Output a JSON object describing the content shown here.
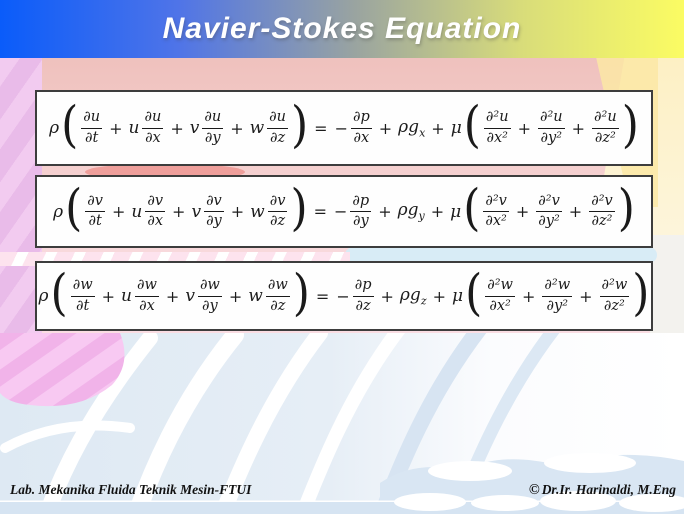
{
  "slide": {
    "title": "Navier-Stokes Equation",
    "footer": {
      "left": "Lab. Mekanika Fluida Teknik Mesin-FTUI",
      "right_symbol": "©",
      "right_text": "Dr.Ir. Harinaldi, M.Eng"
    }
  },
  "colors": {
    "title_gradient_left": "#0a5cfa",
    "title_gradient_right": "#fbfc63",
    "title_text": "#ffffff",
    "equation_box_bg": "#fefefe",
    "equation_box_border": "#3d3d3d",
    "bg_pink": "#f4cdcb",
    "bg_lavender_stripe": "#e9bbe9",
    "bg_cream_wedge": "#fdf0c4",
    "bg_magenta_stripe": "#f1b3e9",
    "bg_blue_wave": "#dce8f3"
  },
  "equations": [
    {
      "plain": "rho(du/dt + u du/dx + v du/dy + w du/dz) = -dp/dx + rho*g_x + mu(d2u/dx2 + d2u/dy2 + d2u/dz2)",
      "tokens": [
        {
          "type": "sym",
          "text": "ρ"
        },
        {
          "type": "lparen"
        },
        {
          "type": "frac",
          "num": "∂u",
          "den": "∂t"
        },
        {
          "type": "op",
          "text": "+"
        },
        {
          "type": "sym",
          "text": "u"
        },
        {
          "type": "frac",
          "num": "∂u",
          "den": "∂x"
        },
        {
          "type": "op",
          "text": "+"
        },
        {
          "type": "sym",
          "text": "v"
        },
        {
          "type": "frac",
          "num": "∂u",
          "den": "∂y"
        },
        {
          "type": "op",
          "text": "+"
        },
        {
          "type": "sym",
          "text": "w"
        },
        {
          "type": "frac",
          "num": "∂u",
          "den": "∂z"
        },
        {
          "type": "rparen"
        },
        {
          "type": "op",
          "text": "="
        },
        {
          "type": "minus",
          "text": "−"
        },
        {
          "type": "frac",
          "num": "∂p",
          "den": "∂x"
        },
        {
          "type": "op",
          "text": "+"
        },
        {
          "type": "subvar",
          "base": "ρg",
          "sub": "x"
        },
        {
          "type": "op",
          "text": "+"
        },
        {
          "type": "sym",
          "text": "μ"
        },
        {
          "type": "lparen"
        },
        {
          "type": "frac",
          "num": "∂²u",
          "den": "∂x²"
        },
        {
          "type": "op",
          "text": "+"
        },
        {
          "type": "frac",
          "num": "∂²u",
          "den": "∂y²"
        },
        {
          "type": "op",
          "text": "+"
        },
        {
          "type": "frac",
          "num": "∂²u",
          "den": "∂z²"
        },
        {
          "type": "rparen"
        }
      ]
    },
    {
      "plain": "rho(dv/dt + u dv/dx + v dv/dy + w dv/dz) = -dp/dy + rho*g_y + mu(d2v/dx2 + d2v/dy2 + d2v/dz2)",
      "tokens": [
        {
          "type": "sym",
          "text": "ρ"
        },
        {
          "type": "lparen"
        },
        {
          "type": "frac",
          "num": "∂v",
          "den": "∂t"
        },
        {
          "type": "op",
          "text": "+"
        },
        {
          "type": "sym",
          "text": "u"
        },
        {
          "type": "frac",
          "num": "∂v",
          "den": "∂x"
        },
        {
          "type": "op",
          "text": "+"
        },
        {
          "type": "sym",
          "text": "v"
        },
        {
          "type": "frac",
          "num": "∂v",
          "den": "∂y"
        },
        {
          "type": "op",
          "text": "+"
        },
        {
          "type": "sym",
          "text": "w"
        },
        {
          "type": "frac",
          "num": "∂v",
          "den": "∂z"
        },
        {
          "type": "rparen"
        },
        {
          "type": "op",
          "text": "="
        },
        {
          "type": "minus",
          "text": "−"
        },
        {
          "type": "frac",
          "num": "∂p",
          "den": "∂y"
        },
        {
          "type": "op",
          "text": "+"
        },
        {
          "type": "subvar",
          "base": "ρg",
          "sub": "y"
        },
        {
          "type": "op",
          "text": "+"
        },
        {
          "type": "sym",
          "text": "μ"
        },
        {
          "type": "lparen"
        },
        {
          "type": "frac",
          "num": "∂²v",
          "den": "∂x²"
        },
        {
          "type": "op",
          "text": "+"
        },
        {
          "type": "frac",
          "num": "∂²v",
          "den": "∂y²"
        },
        {
          "type": "op",
          "text": "+"
        },
        {
          "type": "frac",
          "num": "∂²v",
          "den": "∂z²"
        },
        {
          "type": "rparen"
        }
      ]
    },
    {
      "plain": "rho(dw/dt + u dw/dx + v dw/dy + w dw/dz) = -dp/dz + rho*g_z + mu(d2w/dx2 + d2w/dy2 + d2w/dz2)",
      "tokens": [
        {
          "type": "sym",
          "text": "ρ"
        },
        {
          "type": "lparen"
        },
        {
          "type": "frac",
          "num": "∂w",
          "den": "∂t"
        },
        {
          "type": "op",
          "text": "+"
        },
        {
          "type": "sym",
          "text": "u"
        },
        {
          "type": "frac",
          "num": "∂w",
          "den": "∂x"
        },
        {
          "type": "op",
          "text": "+"
        },
        {
          "type": "sym",
          "text": "v"
        },
        {
          "type": "frac",
          "num": "∂w",
          "den": "∂y"
        },
        {
          "type": "op",
          "text": "+"
        },
        {
          "type": "sym",
          "text": "w"
        },
        {
          "type": "frac",
          "num": "∂w",
          "den": "∂z"
        },
        {
          "type": "rparen"
        },
        {
          "type": "op",
          "text": "="
        },
        {
          "type": "minus",
          "text": "−"
        },
        {
          "type": "frac",
          "num": "∂p",
          "den": "∂z"
        },
        {
          "type": "op",
          "text": "+"
        },
        {
          "type": "subvar",
          "base": "ρg",
          "sub": "z"
        },
        {
          "type": "op",
          "text": "+"
        },
        {
          "type": "sym",
          "text": "μ"
        },
        {
          "type": "lparen"
        },
        {
          "type": "frac",
          "num": "∂²w",
          "den": "∂x²"
        },
        {
          "type": "op",
          "text": "+"
        },
        {
          "type": "frac",
          "num": "∂²w",
          "den": "∂y²"
        },
        {
          "type": "op",
          "text": "+"
        },
        {
          "type": "frac",
          "num": "∂²w",
          "den": "∂z²"
        },
        {
          "type": "rparen"
        }
      ]
    }
  ]
}
